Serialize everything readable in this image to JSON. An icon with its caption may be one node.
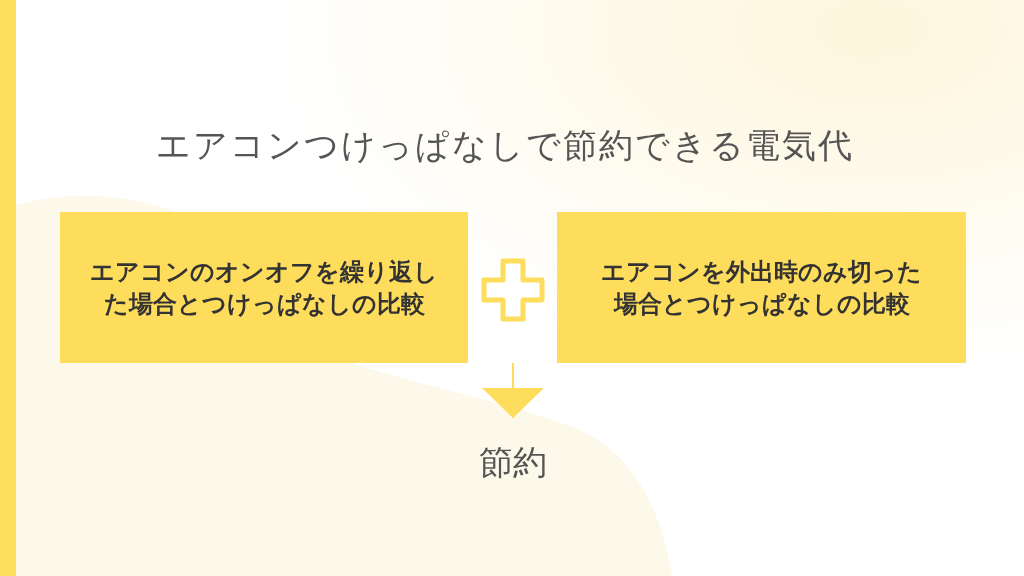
{
  "diagram": {
    "title": "エアコンつけっぱなしで節約できる電気代",
    "nodes": [
      {
        "text": [
          "エアコンのオンオフを繰り返した場合とつけっぱなしの比較"
        ]
      },
      {
        "text": [
          "エアコンを外出時のみ切った場合とつけっぱなしの比較"
        ]
      },
      {
        "text": [
          "節約"
        ]
      }
    ],
    "edges": [
      {
        "from": 0,
        "to": 2,
        "arrow": "to"
      },
      {
        "from": 1,
        "to": 2,
        "arrow": "to"
      }
    ]
  }
}
